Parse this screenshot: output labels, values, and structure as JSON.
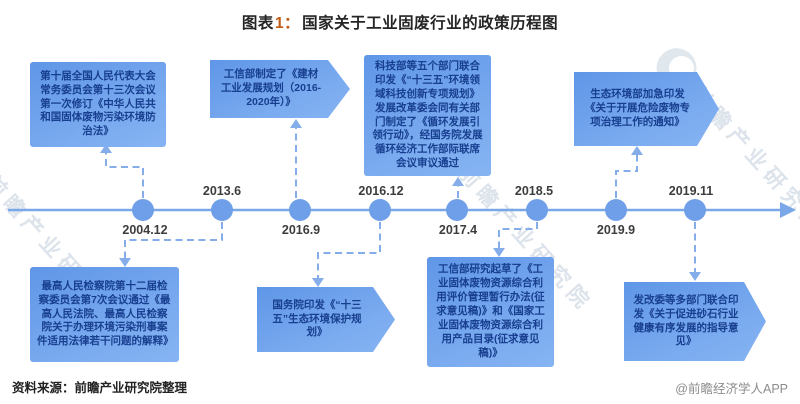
{
  "header": {
    "chart_label": "图表",
    "chart_index": "1：",
    "title": "国家关于工业固废行业的政策历程图"
  },
  "events": [
    {
      "date": "2004.12",
      "side": "top",
      "shape": "rect",
      "label": "第十届全国人民代表大会常务委员会第十三次会议第一次修订《中华人民共和国固体废物污染环境防治法》"
    },
    {
      "date": "2013.6",
      "side": "bottom",
      "shape": "rect",
      "label": "最高人民检察院第十二届检察委员会第7次会议通过《最高人民法院、最高人民检察院关于办理环境污染刑事案件适用法律若干问题的解释》"
    },
    {
      "date": "2016.9",
      "side": "top",
      "shape": "arrow",
      "label": "工信部制定了《建材工业发展规划（2016-2020年）》"
    },
    {
      "date": "2016.12",
      "side": "bottom",
      "shape": "arrow",
      "label": "国务院印发《“十三五”生态环境保护规划》"
    },
    {
      "date": "2017.4",
      "side": "top",
      "shape": "rect",
      "label": "科技部等五个部门联合印发《“十三五”环境领域科技创新专项规划》发展改革委会同有关部门制定了《循环发展引领行动》，经国务院发展循环经济工作部际联席会议审议通过"
    },
    {
      "date": "2018.5",
      "side": "bottom",
      "shape": "rect",
      "label": "工信部研究起草了《工业固体废物资源综合利用评价管理暂行办法(征求意见稿)》和《国家工业固体废物资源综合利用产品目录(征求意见稿)》"
    },
    {
      "date": "2019.9",
      "side": "top",
      "shape": "arrow",
      "label": "生态环境部加急印发《关于开展危险废物专项治理工作的通知》"
    },
    {
      "date": "2019.11",
      "side": "bottom",
      "shape": "arrow",
      "label": "发改委等多部门联合印发《关于促进砂石行业健康有序发展的指导意见》"
    }
  ],
  "watermark": {
    "brand": "前瞻产业研究院"
  },
  "footer": {
    "source": "资料来源：前瞻产业研究院整理",
    "credit": "@前瞻经济学人APP"
  },
  "colors": {
    "box_fill": "#6CA0EC",
    "box_text": "#183F8F",
    "timeline": "#7AA7E8",
    "dot": "#6F9FE8",
    "connector": "#84ADEA",
    "date_text": "#3D3D3D",
    "title_index": "#C05A12"
  }
}
